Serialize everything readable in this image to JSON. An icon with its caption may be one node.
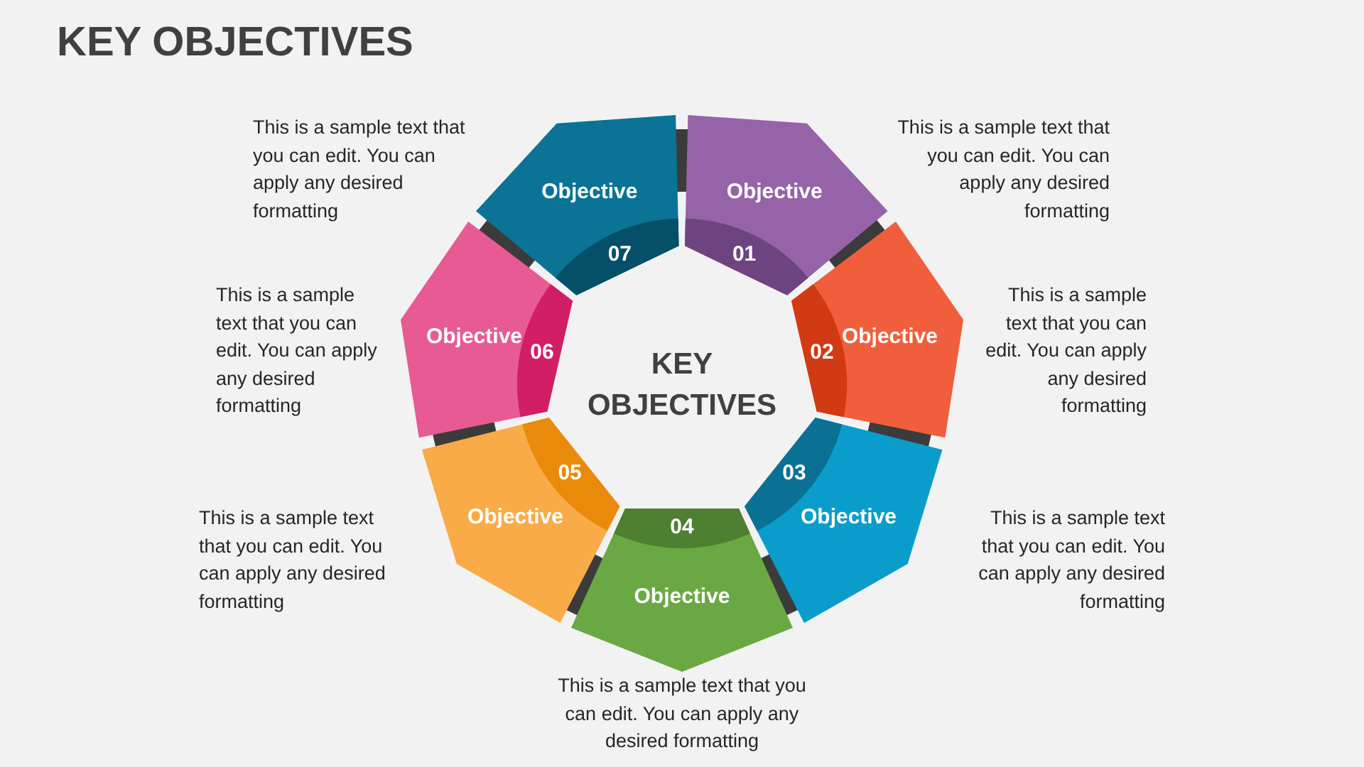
{
  "diagram": {
    "title": "KEY OBJECTIVES",
    "nodes": [
      {
        "text": [
          "Objective",
          "01"
        ]
      },
      {
        "text": [
          "02",
          "Objective"
        ]
      },
      {
        "text": [
          "03",
          "Objective"
        ]
      },
      {
        "text": [
          "04",
          "Objective"
        ]
      },
      {
        "text": [
          "05",
          "Objective"
        ]
      },
      {
        "text": [
          "Objective",
          "06"
        ]
      },
      {
        "text": [
          "Objective",
          "07"
        ]
      }
    ],
    "edges": [
      {
        "from": 0,
        "to": 1,
        "arrow": "none"
      },
      {
        "from": 1,
        "to": 2,
        "arrow": "none"
      },
      {
        "from": 2,
        "to": 3,
        "arrow": "none"
      },
      {
        "from": 3,
        "to": 4,
        "arrow": "none"
      },
      {
        "from": 4,
        "to": 5,
        "arrow": "none"
      },
      {
        "from": 5,
        "to": 6,
        "arrow": "none"
      },
      {
        "from": 6,
        "to": 0,
        "arrow": "none"
      }
    ],
    "labels": [
      "This is a sample text that you can edit. You can apply any desired formatting",
      "This is a sample text that you can edit. You can apply any desired formatting",
      "This is a sample text that you can edit. You can apply any desired formatting",
      "This is a sample text that you can edit. You can apply any desired formatting",
      "KEY OBJECTIVES",
      "This is a sample text that you can edit. You can apply any desired formatting",
      "This is a sample text that you can edit. You can apply any desired formatting",
      "This is a sample text that you can edit. You can apply any desired formatting"
    ]
  }
}
